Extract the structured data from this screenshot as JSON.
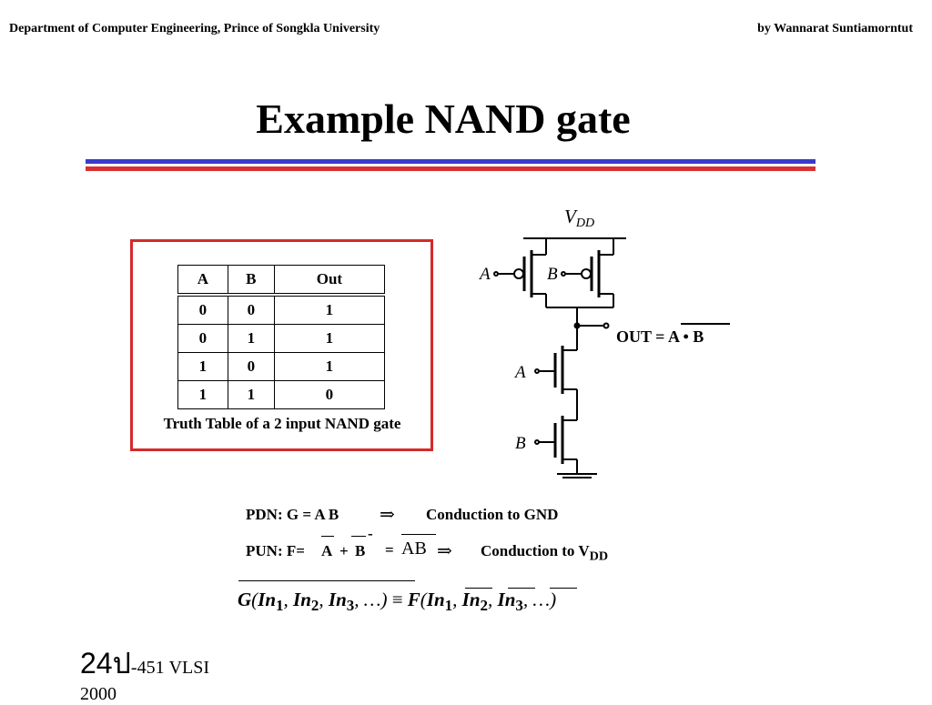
{
  "header": {
    "left": "Department of Computer Engineering, Prince of Songkla University",
    "right": "by Wannarat Suntiamorntut"
  },
  "title": "Example NAND gate",
  "colors": {
    "rule_blue": "#3a3ac8",
    "rule_red": "#d83030",
    "frame_red": "#d42a2a"
  },
  "truth_table": {
    "headers": [
      "A",
      "B",
      "Out"
    ],
    "rows": [
      [
        "0",
        "0",
        "1"
      ],
      [
        "0",
        "1",
        "1"
      ],
      [
        "1",
        "0",
        "1"
      ],
      [
        "1",
        "1",
        "0"
      ]
    ],
    "caption": "Truth Table of a 2 input NAND gate"
  },
  "schematic": {
    "vdd": "V",
    "vdd_sub": "DD",
    "input_a": "A",
    "input_b": "B",
    "output": "OUT = ",
    "output_expr": "A • B"
  },
  "equations": {
    "pdn_label": "PDN: G = A B",
    "arrow": "⇒",
    "pdn_conduction": "Conduction to GND",
    "pun_label": "PUN: F=",
    "pun_a": "A",
    "pun_plus": "+",
    "pun_b": "B",
    "pun_minus": "-",
    "pun_eq": "=",
    "pun_ab": "AB",
    "pun_conduction": "Conduction to V",
    "pun_conduction_sub": "DD",
    "gf": {
      "g": "G",
      "open": "(",
      "in": "In",
      "sub1": "1",
      "sub2": "2",
      "sub3": "3",
      "comma": ", ",
      "ellipsis": "…",
      "close": ")",
      "equiv": " ≡ ",
      "f": "F"
    }
  },
  "footer": {
    "code": "24ป",
    "course": "-451  VLSI",
    "year": "2000"
  }
}
